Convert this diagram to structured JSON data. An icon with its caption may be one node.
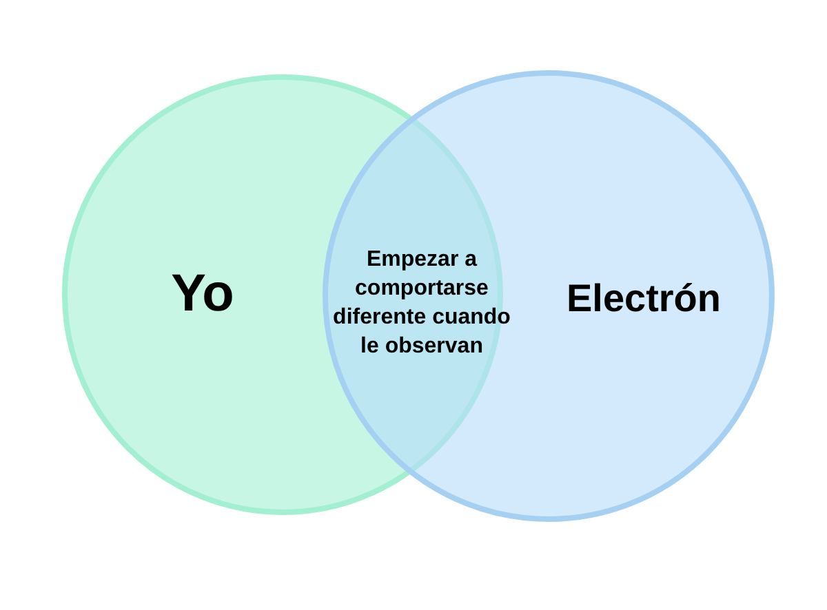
{
  "diagram": {
    "nodes": [
      {
        "text": [
          "Yo"
        ]
      },
      {
        "text": [
          "Electrón"
        ]
      }
    ],
    "labels": [
      "Empezar a comportarse diferente cuando le observan"
    ]
  }
}
